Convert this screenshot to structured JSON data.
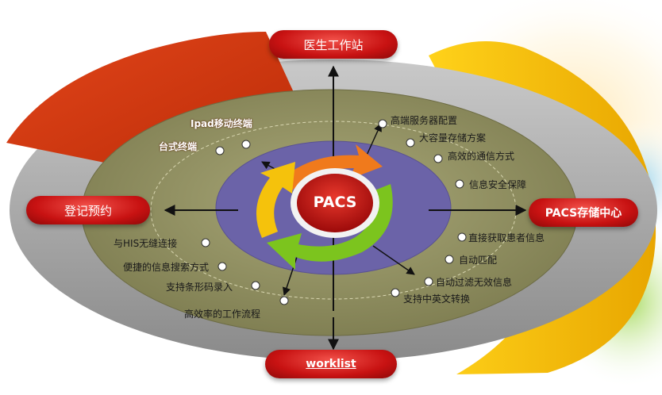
{
  "nodes": {
    "top": "医生工作站",
    "left": "登记预约",
    "right": "PACS存储中心",
    "bottom": "worklist",
    "center": "PACS"
  },
  "left_panel_labels": [
    "Ipad移动终端",
    "台式终端"
  ],
  "upper_right_features": [
    "高端服务器配置",
    "大容量存储方案",
    "高效的通信方式",
    "信息安全保障"
  ],
  "lower_right_features": [
    "直接获取患者信息",
    "自动匹配",
    "自动过滤无效信息",
    "支持中英文转换"
  ],
  "lower_left_features": [
    "与HIS无缝连接",
    "便捷的信息搜索方式",
    "支持条形码录入",
    "高效率的工作流程"
  ],
  "colors": {
    "red_panel": "#d63a10",
    "yellow_panel": "#f2b800",
    "grey_ring": "#a8a8a8",
    "olive_disk": "#8e8d5e",
    "purple_ring": "#6b63a8",
    "pill_red": "#c81212"
  }
}
